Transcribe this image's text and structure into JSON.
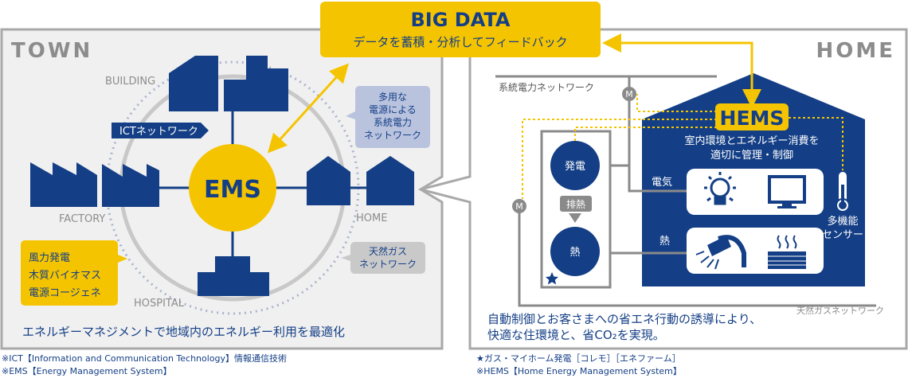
{
  "colors": {
    "navy": "#143f86",
    "yellow": "#f5c400",
    "gray": "#a9a9a9",
    "panel": "#f0f0f0",
    "lavender": "#b9c3de",
    "gray_label": "#c9c9c9"
  },
  "big_data": {
    "title": "BIG DATA",
    "subtitle": "データを蓄積・分析してフィードバック"
  },
  "town": {
    "title": "TOWN",
    "labels": {
      "building": "BUILDING",
      "factory": "FACTORY",
      "home": "HOME",
      "hospital": "HOSPITAL"
    },
    "ict_network": "ICTネットワーク",
    "ems": "EMS",
    "multi_power": [
      "多用な",
      "電源による",
      "系統電力",
      "ネットワーク"
    ],
    "gas_network": [
      "天然ガス",
      "ネットワーク"
    ],
    "power_sources": [
      "風力発電",
      "木質バイオマス",
      "電源コージェネ"
    ],
    "caption": "エネルギーマネジメントで地域内のエネルギー利用を最適化"
  },
  "home": {
    "title": "HOME",
    "grid_network": "系統電力ネットワーク",
    "meter_label": "M",
    "hems": "HEMS",
    "hems_desc": [
      "室内環境とエネルギー消費を",
      "適切に管理・制御"
    ],
    "generation": "発電",
    "waste_heat": "排熱",
    "heat": "熱",
    "electricity": "電気",
    "heat_line": "熱",
    "sensor": [
      "多機能",
      "センサー"
    ],
    "gas_network": "天然ガスネットワーク",
    "caption": [
      "自動制御とお客さまへの省エネ行動の誘導により、",
      "快適な住環境と、省CO₂を実現。"
    ]
  },
  "footnotes": {
    "left": [
      "※ICT【Information and Communication Technology】情報通信技術",
      "※EMS【Energy Management System】"
    ],
    "right": [
      "★ガス・マイホーム発電［コレモ］［エネファーム］",
      "※HEMS【Home Energy Management System】"
    ]
  }
}
